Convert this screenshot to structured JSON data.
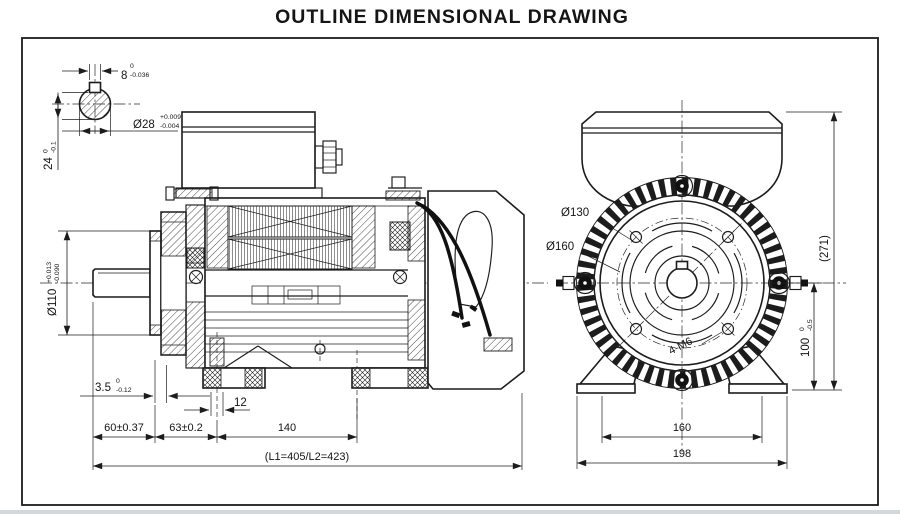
{
  "title": "OUTLINE DIMENSIONAL DRAWING",
  "colors": {
    "line": "#1c1c1c",
    "background": "#ffffff"
  },
  "shaft_detail": {
    "key_width": {
      "value": "8",
      "tol_upper": "0",
      "tol_lower": "-0.036"
    },
    "shaft_diameter": {
      "value": "Ø28",
      "tol_upper": "+0.009",
      "tol_lower": "-0.004"
    },
    "key_height": {
      "value": "24",
      "tol_upper": "0",
      "tol_lower": "-0.1"
    }
  },
  "side_view": {
    "spigot_diameter": {
      "value": "Ø110",
      "tol_upper": "+0.013",
      "tol_lower": "-0.090"
    },
    "spigot_depth": {
      "value": "3.5",
      "tol_upper": "0",
      "tol_lower": "-0.12"
    },
    "foot_hole_width": "12",
    "shaft_extension": "60±0.37",
    "shaft_to_foot_holes": "63±0.2",
    "foot_hole_spacing": "140",
    "overall_length": "(L1=405/L2=423)"
  },
  "end_view": {
    "bolt_circle_diameter": "Ø130",
    "flange_diameter": "Ø160",
    "flange_holes": "4-M6",
    "overall_height": "(271)",
    "shaft_center_height": {
      "value": "100",
      "tol_upper": "0",
      "tol_lower": "-0.5"
    },
    "foot_hole_spacing": "160",
    "foot_overall_width": "198"
  }
}
